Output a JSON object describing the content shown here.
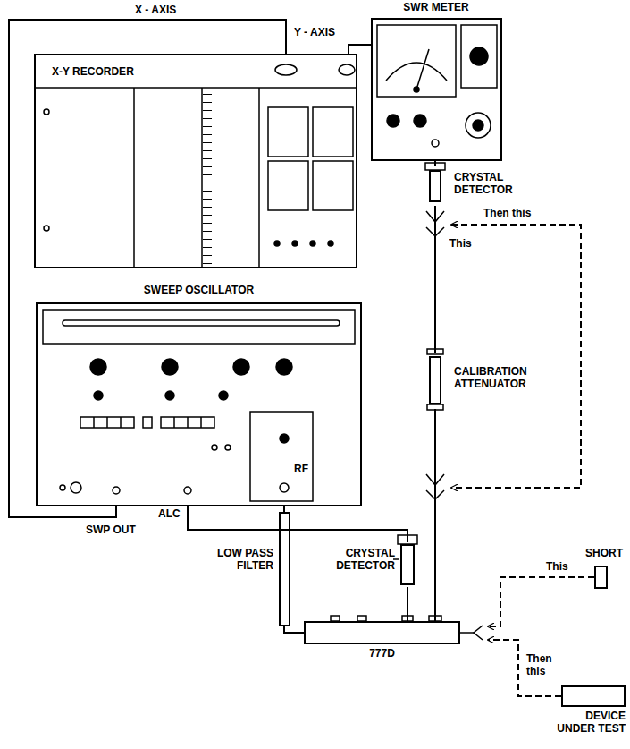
{
  "diagram": {
    "nodes": [
      {
        "text": [
          "X-Y RECORDER"
        ]
      },
      {
        "text": [
          "SWR METER"
        ]
      },
      {
        "text": [
          "CRYSTAL DETECTOR"
        ]
      },
      {
        "text": [
          "CALIBRATION ATTENUATOR"
        ]
      },
      {
        "text": [
          "SWEEP OSCILLATOR"
        ]
      },
      {
        "text": [
          "CRYSTAL DETECTOR"
        ]
      },
      {
        "text": [
          "LOW PASS FILTER"
        ]
      },
      {
        "text": [
          "777D"
        ]
      },
      {
        "text": [
          "SHORT"
        ]
      },
      {
        "text": [
          "DEVICE UNDER TEST"
        ]
      }
    ],
    "edges": [
      {
        "from": 4,
        "to": 0,
        "arrow": "none"
      },
      {
        "from": 1,
        "to": 0,
        "arrow": "none"
      },
      {
        "from": 2,
        "to": 1,
        "arrow": "none"
      },
      {
        "from": 3,
        "to": 2,
        "arrow": "none"
      },
      {
        "from": 7,
        "to": 3,
        "arrow": "none"
      },
      {
        "from": 2,
        "to": 7,
        "arrow": "both"
      },
      {
        "from": 5,
        "to": 4,
        "arrow": "none"
      },
      {
        "from": 4,
        "to": 6,
        "arrow": "none"
      },
      {
        "from": 6,
        "to": 7,
        "arrow": "none"
      },
      {
        "from": 7,
        "to": 5,
        "arrow": "none"
      },
      {
        "from": 8,
        "to": 7,
        "arrow": "to"
      },
      {
        "from": 9,
        "to": 7,
        "arrow": "to"
      }
    ],
    "labels": [
      "X - AXIS",
      "Y - AXIS",
      "This",
      "Then this",
      "SWP OUT",
      "ALC",
      "RF",
      "This",
      "Then this"
    ]
  }
}
